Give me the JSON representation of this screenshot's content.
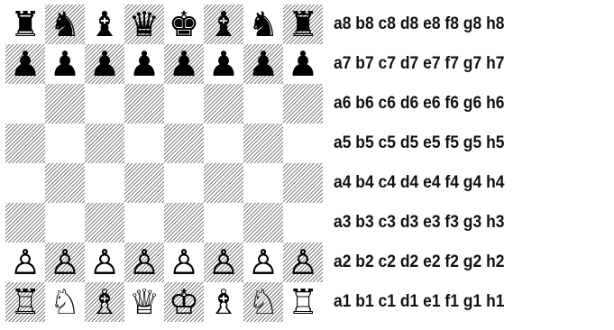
{
  "board": {
    "rows": [
      {
        "rank": "8",
        "squares": [
          {
            "square": "a8",
            "piece": "black-rook",
            "glyph": "♜"
          },
          {
            "square": "b8",
            "piece": "black-knight",
            "glyph": "♞"
          },
          {
            "square": "c8",
            "piece": "black-bishop",
            "glyph": "♝"
          },
          {
            "square": "d8",
            "piece": "black-queen",
            "glyph": "♛"
          },
          {
            "square": "e8",
            "piece": "black-king",
            "glyph": "♚"
          },
          {
            "square": "f8",
            "piece": "black-bishop",
            "glyph": "♝"
          },
          {
            "square": "g8",
            "piece": "black-knight",
            "glyph": "♞"
          },
          {
            "square": "h8",
            "piece": "black-rook",
            "glyph": "♜"
          }
        ]
      },
      {
        "rank": "7",
        "squares": [
          {
            "square": "a7",
            "piece": "black-pawn",
            "glyph": "♟"
          },
          {
            "square": "b7",
            "piece": "black-pawn",
            "glyph": "♟"
          },
          {
            "square": "c7",
            "piece": "black-pawn",
            "glyph": "♟"
          },
          {
            "square": "d7",
            "piece": "black-pawn",
            "glyph": "♟"
          },
          {
            "square": "e7",
            "piece": "black-pawn",
            "glyph": "♟"
          },
          {
            "square": "f7",
            "piece": "black-pawn",
            "glyph": "♟"
          },
          {
            "square": "g7",
            "piece": "black-pawn",
            "glyph": "♟"
          },
          {
            "square": "h7",
            "piece": "black-pawn",
            "glyph": "♟"
          }
        ]
      },
      {
        "rank": "6",
        "squares": [
          {
            "square": "a6",
            "piece": "",
            "glyph": ""
          },
          {
            "square": "b6",
            "piece": "",
            "glyph": ""
          },
          {
            "square": "c6",
            "piece": "",
            "glyph": ""
          },
          {
            "square": "d6",
            "piece": "",
            "glyph": ""
          },
          {
            "square": "e6",
            "piece": "",
            "glyph": ""
          },
          {
            "square": "f6",
            "piece": "",
            "glyph": ""
          },
          {
            "square": "g6",
            "piece": "",
            "glyph": ""
          },
          {
            "square": "h6",
            "piece": "",
            "glyph": ""
          }
        ]
      },
      {
        "rank": "5",
        "squares": [
          {
            "square": "a5",
            "piece": "",
            "glyph": ""
          },
          {
            "square": "b5",
            "piece": "",
            "glyph": ""
          },
          {
            "square": "c5",
            "piece": "",
            "glyph": ""
          },
          {
            "square": "d5",
            "piece": "",
            "glyph": ""
          },
          {
            "square": "e5",
            "piece": "",
            "glyph": ""
          },
          {
            "square": "f5",
            "piece": "",
            "glyph": ""
          },
          {
            "square": "g5",
            "piece": "",
            "glyph": ""
          },
          {
            "square": "h5",
            "piece": "",
            "glyph": ""
          }
        ]
      },
      {
        "rank": "4",
        "squares": [
          {
            "square": "a4",
            "piece": "",
            "glyph": ""
          },
          {
            "square": "b4",
            "piece": "",
            "glyph": ""
          },
          {
            "square": "c4",
            "piece": "",
            "glyph": ""
          },
          {
            "square": "d4",
            "piece": "",
            "glyph": ""
          },
          {
            "square": "e4",
            "piece": "",
            "glyph": ""
          },
          {
            "square": "f4",
            "piece": "",
            "glyph": ""
          },
          {
            "square": "g4",
            "piece": "",
            "glyph": ""
          },
          {
            "square": "h4",
            "piece": "",
            "glyph": ""
          }
        ]
      },
      {
        "rank": "3",
        "squares": [
          {
            "square": "a3",
            "piece": "",
            "glyph": ""
          },
          {
            "square": "b3",
            "piece": "",
            "glyph": ""
          },
          {
            "square": "c3",
            "piece": "",
            "glyph": ""
          },
          {
            "square": "d3",
            "piece": "",
            "glyph": ""
          },
          {
            "square": "e3",
            "piece": "",
            "glyph": ""
          },
          {
            "square": "f3",
            "piece": "",
            "glyph": ""
          },
          {
            "square": "g3",
            "piece": "",
            "glyph": ""
          },
          {
            "square": "h3",
            "piece": "",
            "glyph": ""
          }
        ]
      },
      {
        "rank": "2",
        "squares": [
          {
            "square": "a2",
            "piece": "white-pawn",
            "glyph": "♙"
          },
          {
            "square": "b2",
            "piece": "white-pawn",
            "glyph": "♙"
          },
          {
            "square": "c2",
            "piece": "white-pawn",
            "glyph": "♙"
          },
          {
            "square": "d2",
            "piece": "white-pawn",
            "glyph": "♙"
          },
          {
            "square": "e2",
            "piece": "white-pawn",
            "glyph": "♙"
          },
          {
            "square": "f2",
            "piece": "white-pawn",
            "glyph": "♙"
          },
          {
            "square": "g2",
            "piece": "white-pawn",
            "glyph": "♙"
          },
          {
            "square": "h2",
            "piece": "white-pawn",
            "glyph": "♙"
          }
        ]
      },
      {
        "rank": "1",
        "squares": [
          {
            "square": "a1",
            "piece": "white-rook",
            "glyph": "♖"
          },
          {
            "square": "b1",
            "piece": "white-knight",
            "glyph": "♘"
          },
          {
            "square": "c1",
            "piece": "white-bishop",
            "glyph": "♗"
          },
          {
            "square": "d1",
            "piece": "white-queen",
            "glyph": "♕"
          },
          {
            "square": "e1",
            "piece": "white-king",
            "glyph": "♔"
          },
          {
            "square": "f1",
            "piece": "white-bishop",
            "glyph": "♗"
          },
          {
            "square": "g1",
            "piece": "white-knight",
            "glyph": "♘"
          },
          {
            "square": "h1",
            "piece": "white-rook",
            "glyph": "♖"
          }
        ]
      }
    ]
  },
  "square_labels": [
    "a8 b8 c8 d8 e8 f8 g8 h8",
    "a7 b7 c7 d7 e7 f7 g7 h7",
    "a6 b6 c6 d6 e6 f6 g6 h6",
    "a5 b5 c5 d5 e5 f5 g5 h5",
    "a4 b4 c4 d4 e4 f4 g4 h4",
    "a3 b3 c3 d3 e3 f3 g3 h3",
    "a2 b2 c2 d2 e2 f2 g2 h2",
    "a1 b1 c1 d1 e1 f1 g1 h1"
  ],
  "colors": {
    "light_square": "#ffffff",
    "dark_square_hatch": "#7f7f7f",
    "piece": "#000000",
    "label_text": "#111111"
  }
}
